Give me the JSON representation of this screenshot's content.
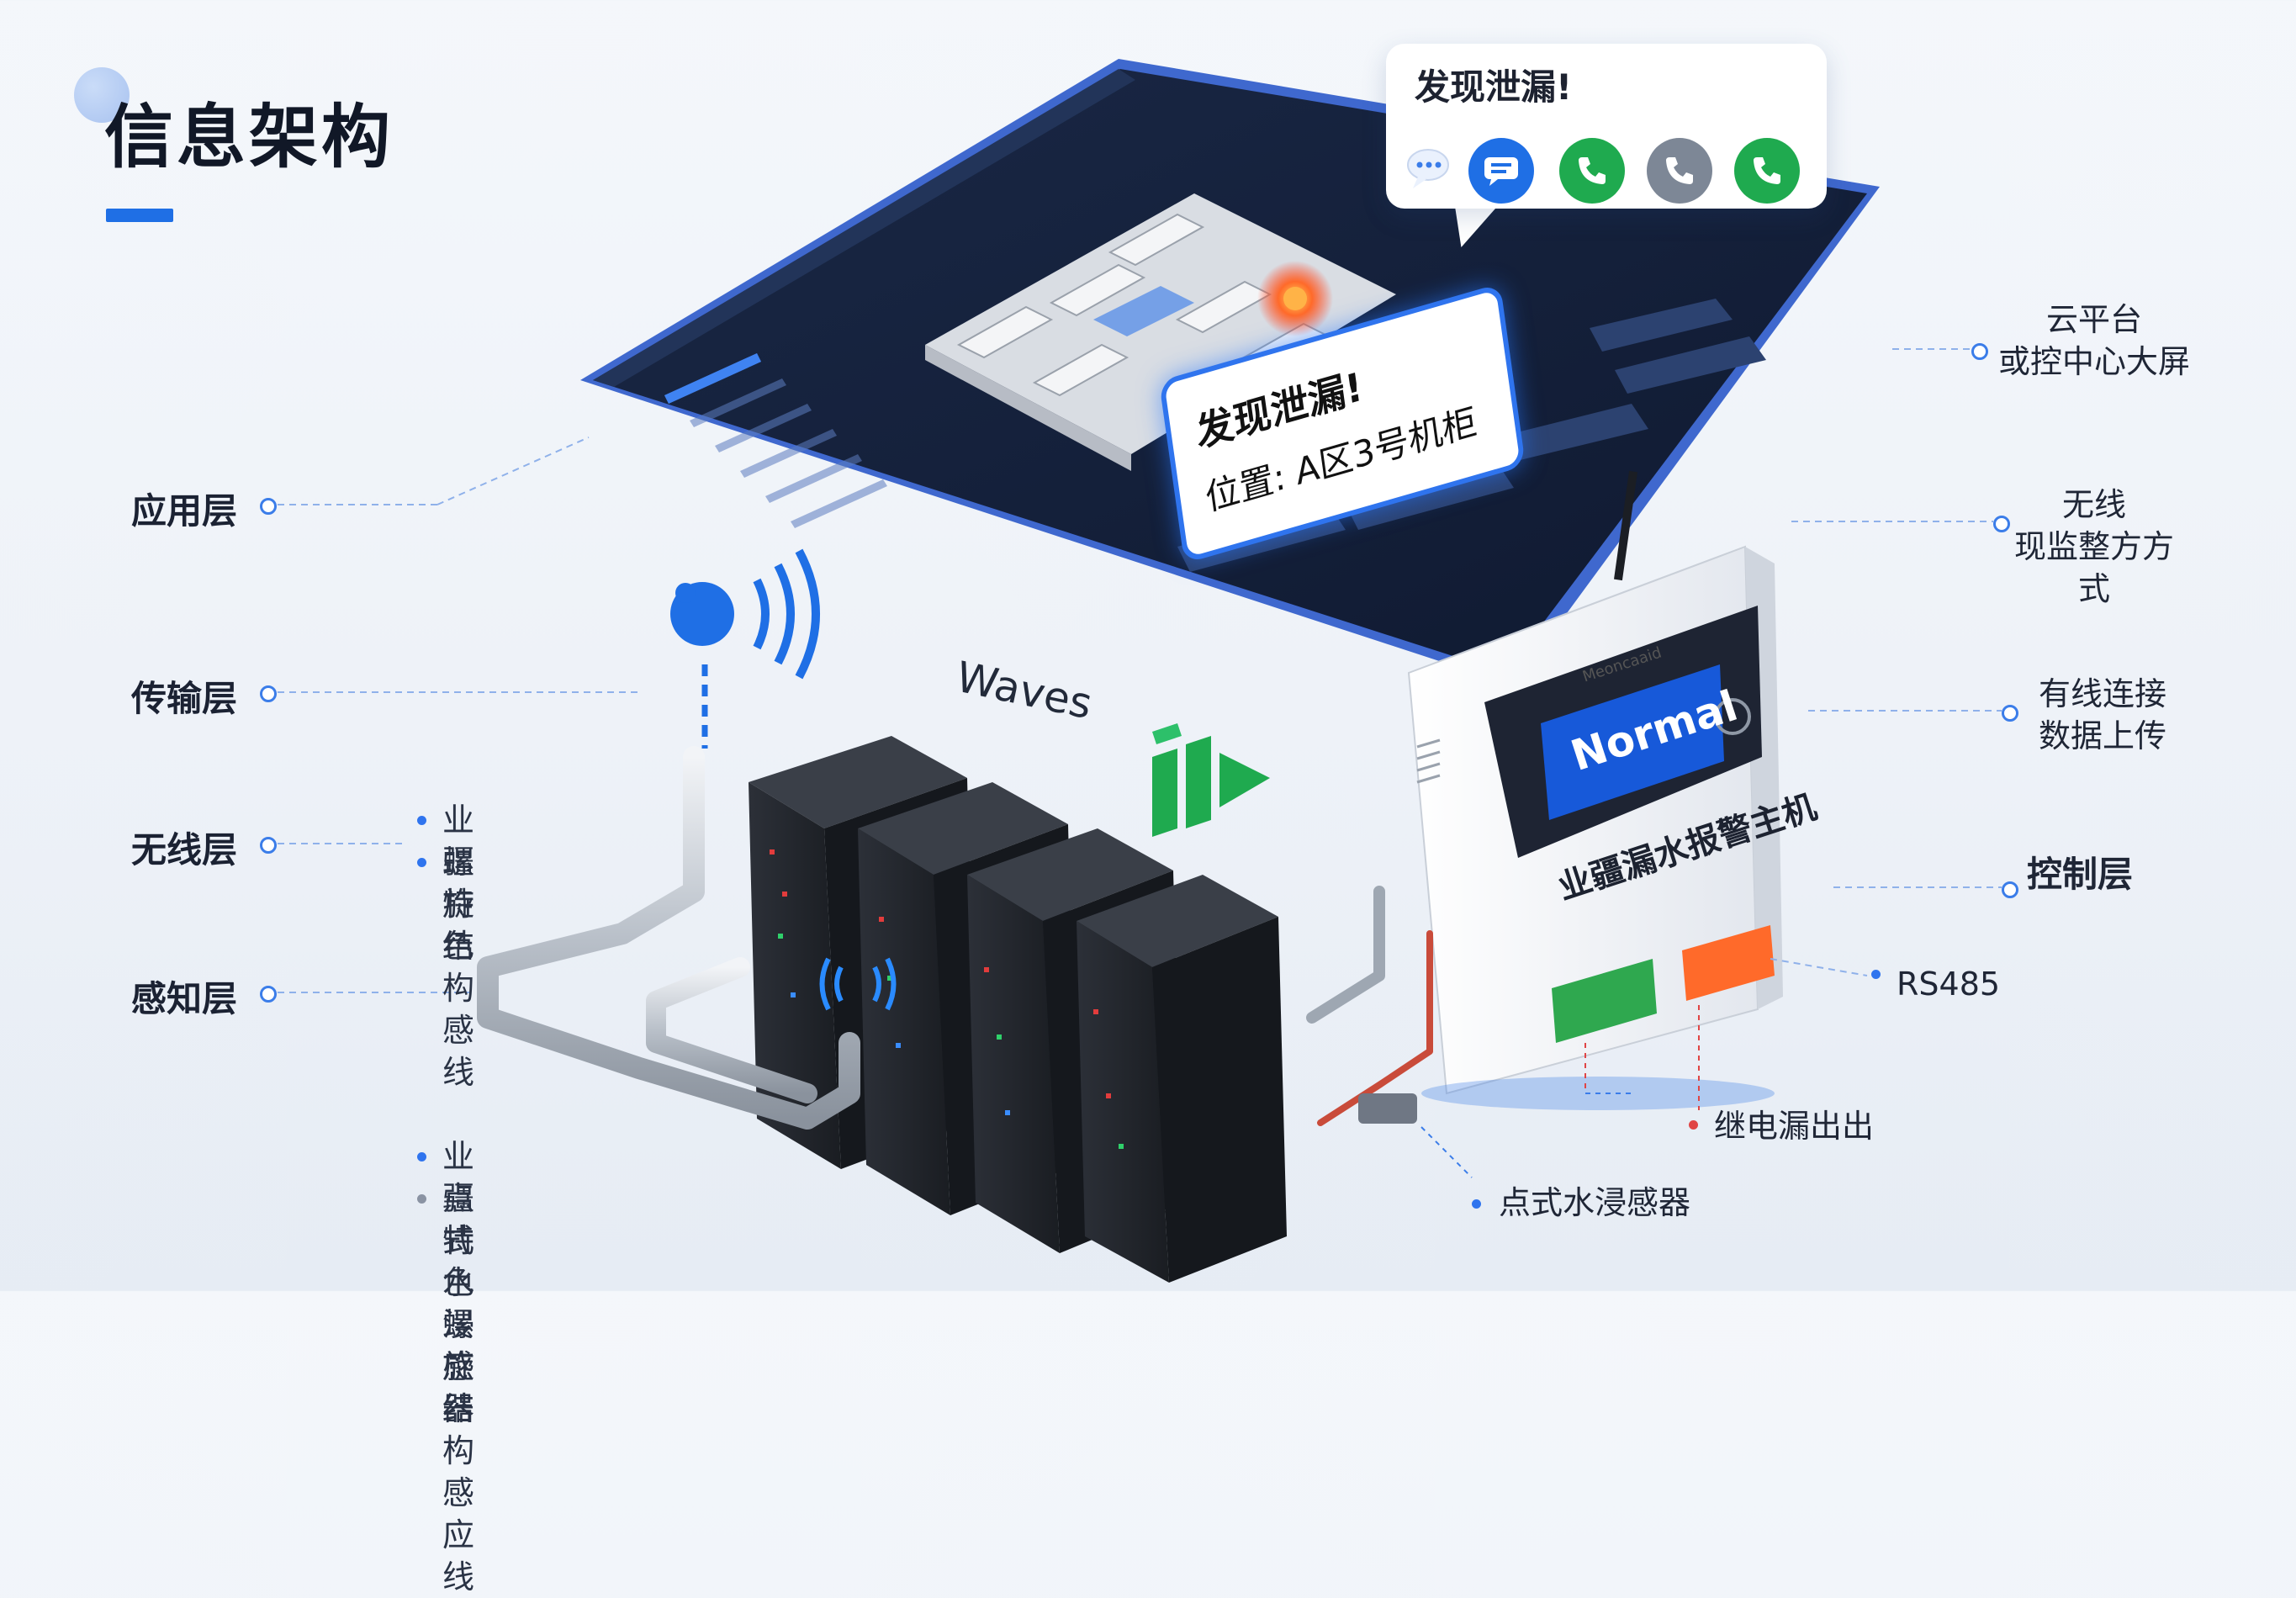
{
  "title": "信息架构",
  "popup": {
    "title": "发现泄漏!",
    "buttons": [
      "chat-bubble-icon",
      "message-icon",
      "phone-icon",
      "phone-icon",
      "phone-icon"
    ]
  },
  "dashboard": {
    "alert_title": "发现泄漏!",
    "alert_location": "位置: A区3号机柜"
  },
  "layers": {
    "app": "应用层",
    "transport": "传输层",
    "wireless": "无线层",
    "sensing": "感知层"
  },
  "notes": {
    "wireless": [
      "业疆特色",
      "螺旋结构感线"
    ],
    "sensing": [
      "业疆特色螺旋结构感应线",
      "点式水浸感器"
    ]
  },
  "right": {
    "cloud": [
      "云平台",
      "或控中心大屏"
    ],
    "wireless": [
      "无线",
      "现监整方方式"
    ],
    "wired": [
      "有线连接",
      "数据上传"
    ],
    "control": "控制层",
    "rs485": "RS485",
    "relay": "继电漏出出",
    "point_sensor": "点式水浸感器"
  },
  "waves_label": "Waves",
  "host": {
    "screen": "Normal",
    "label": "业疆漏水报警主机",
    "brand": "Meoncaaid"
  },
  "colors": {
    "accent": "#1f6fe5",
    "alert": "#ff5a2a",
    "green": "#1faa4f",
    "gray": "#7d8796"
  }
}
